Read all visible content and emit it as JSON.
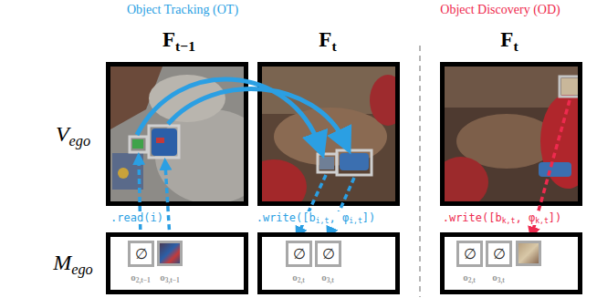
{
  "diagram": {
    "nodes": [
      {
        "text": [
          "o2,t−1",
          "o3,t−1"
        ]
      },
      {
        "text": [
          "∅"
        ],
        "in": 0
      },
      {
        "text": [
          "o2,t",
          "o3,t"
        ]
      },
      {
        "text": [
          "∅"
        ],
        "in": 2
      },
      {
        "text": [
          "∅"
        ],
        "in": 2
      },
      {
        "text": [
          "o2,t",
          "o3,t"
        ]
      },
      {
        "text": [
          "∅"
        ],
        "in": 5
      },
      {
        "text": [
          "∅"
        ],
        "in": 5
      }
    ],
    "labels": [
      "Object Tracking (OT)",
      "Object Discovery (OD)",
      "Ft−1",
      "Ft",
      "Ft",
      "Vego",
      "Mego",
      ".read(i)",
      ".write([bi,t, φi,t])",
      ".write([bk,t, φk,t])"
    ]
  }
}
